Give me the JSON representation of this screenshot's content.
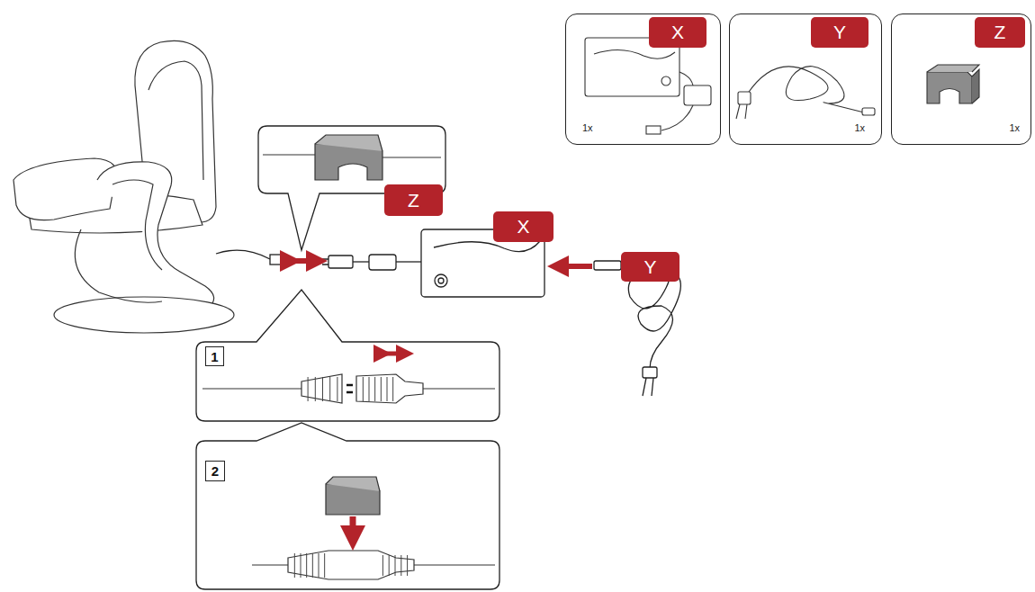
{
  "diagram": {
    "nodes": [
      {
        "text": [
          "1x"
        ]
      },
      {
        "text": [
          "X"
        ],
        "in": 0
      },
      {
        "text": [
          "1x"
        ]
      },
      {
        "text": [
          "Y"
        ],
        "in": 2
      },
      {
        "text": [
          "1x"
        ]
      },
      {
        "text": [
          "Z"
        ],
        "in": 4
      },
      {
        "text": [
          "Z"
        ]
      },
      {
        "text": [
          "X"
        ]
      },
      {
        "text": [
          "Y"
        ]
      },
      {
        "text": [
          "1"
        ]
      },
      {
        "text": [
          "2"
        ]
      }
    ]
  }
}
